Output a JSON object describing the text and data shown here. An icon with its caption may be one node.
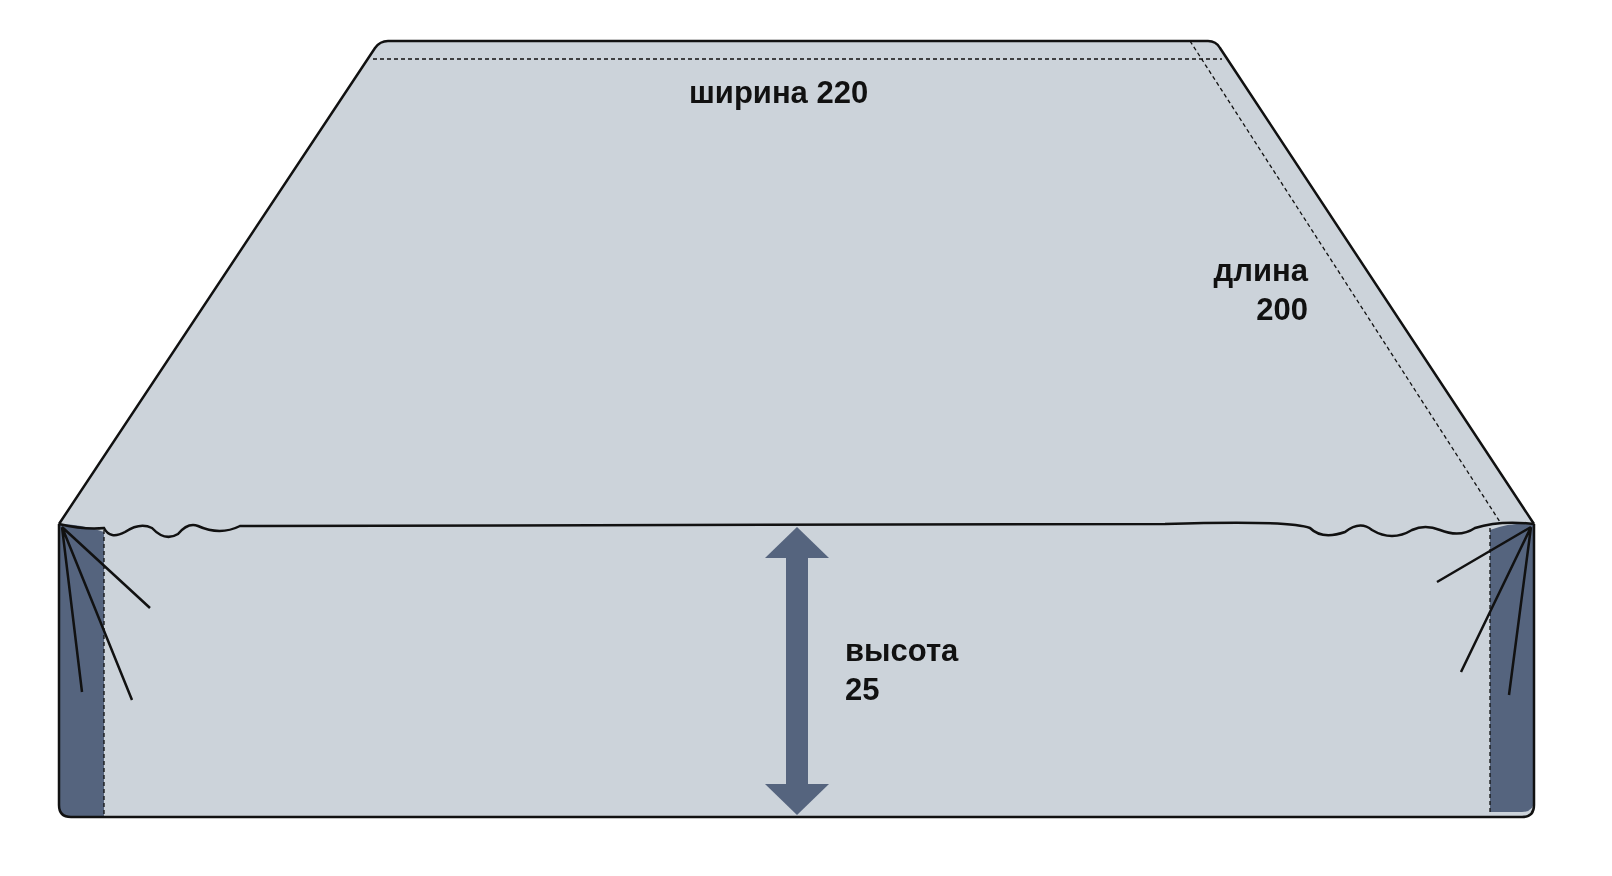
{
  "diagram": {
    "labels": [
      "ширина 220",
      "длина 200",
      "высота 25"
    ]
  }
}
